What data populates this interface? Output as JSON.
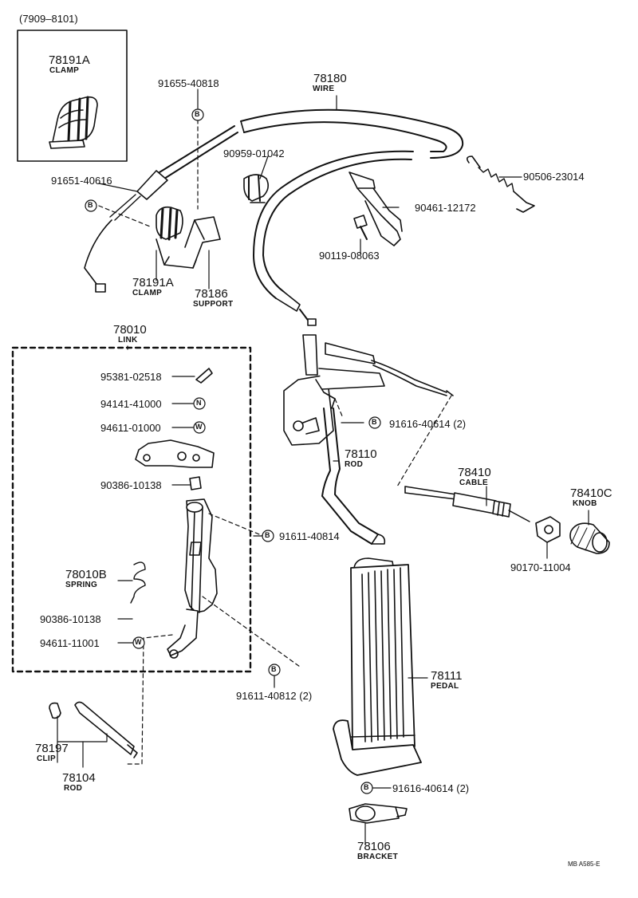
{
  "diagram": {
    "date_range": "(7909–8101)",
    "ref_code": "MB A585-E",
    "inset": {
      "part_no": "78191A",
      "name": "CLAMP"
    },
    "parts": [
      {
        "key": "wire",
        "part_no": "78180",
        "name": "WIRE"
      },
      {
        "key": "bolt_91655",
        "part_no": "91655-40818"
      },
      {
        "key": "clip_90959",
        "part_no": "90959-01042"
      },
      {
        "key": "bolt_91651",
        "part_no": "91651-40616"
      },
      {
        "key": "spring_90506",
        "part_no": "90506-23014"
      },
      {
        "key": "bracket_90461",
        "part_no": "90461-12172"
      },
      {
        "key": "screw_90119",
        "part_no": "90119-08063"
      },
      {
        "key": "clamp",
        "part_no": "78191A",
        "name": "CLAMP"
      },
      {
        "key": "support",
        "part_no": "78186",
        "name": "SUPPORT"
      },
      {
        "key": "link",
        "part_no": "78010",
        "name": "LINK"
      },
      {
        "key": "pin_95381",
        "part_no": "95381-02518"
      },
      {
        "key": "nut_94141",
        "part_no": "94141-41000"
      },
      {
        "key": "washer_94611",
        "part_no": "94611-01000"
      },
      {
        "key": "bushing_90386a",
        "part_no": "90386-10138"
      },
      {
        "key": "bolt_91616a",
        "part_no": "91616-40614 (2)"
      },
      {
        "key": "rod_78110",
        "part_no": "78110",
        "name": "ROD"
      },
      {
        "key": "cable",
        "part_no": "78410",
        "name": "CABLE"
      },
      {
        "key": "knob",
        "part_no": "78410C",
        "name": "KNOB"
      },
      {
        "key": "bolt_91611a",
        "part_no": "91611-40814"
      },
      {
        "key": "spring_78010b",
        "part_no": "78010B",
        "name": "SPRING"
      },
      {
        "key": "nut_90170",
        "part_no": "90170-11004"
      },
      {
        "key": "bushing_90386b",
        "part_no": "90386-10138"
      },
      {
        "key": "washer_94611b",
        "part_no": "94611-11001"
      },
      {
        "key": "pedal",
        "part_no": "78111",
        "name": "PEDAL"
      },
      {
        "key": "bolt_91611b",
        "part_no": "91611-40812 (2)"
      },
      {
        "key": "clip_78197",
        "part_no": "78197",
        "name": "CLIP"
      },
      {
        "key": "rod_78104",
        "part_no": "78104",
        "name": "ROD"
      },
      {
        "key": "bolt_91616b",
        "part_no": "91616-40614 (2)"
      },
      {
        "key": "bracket_78106",
        "part_no": "78106",
        "name": "BRACKET"
      }
    ],
    "markers": {
      "bolt": "B",
      "nut": "N",
      "washer": "W"
    },
    "ink_color": "#111111"
  }
}
